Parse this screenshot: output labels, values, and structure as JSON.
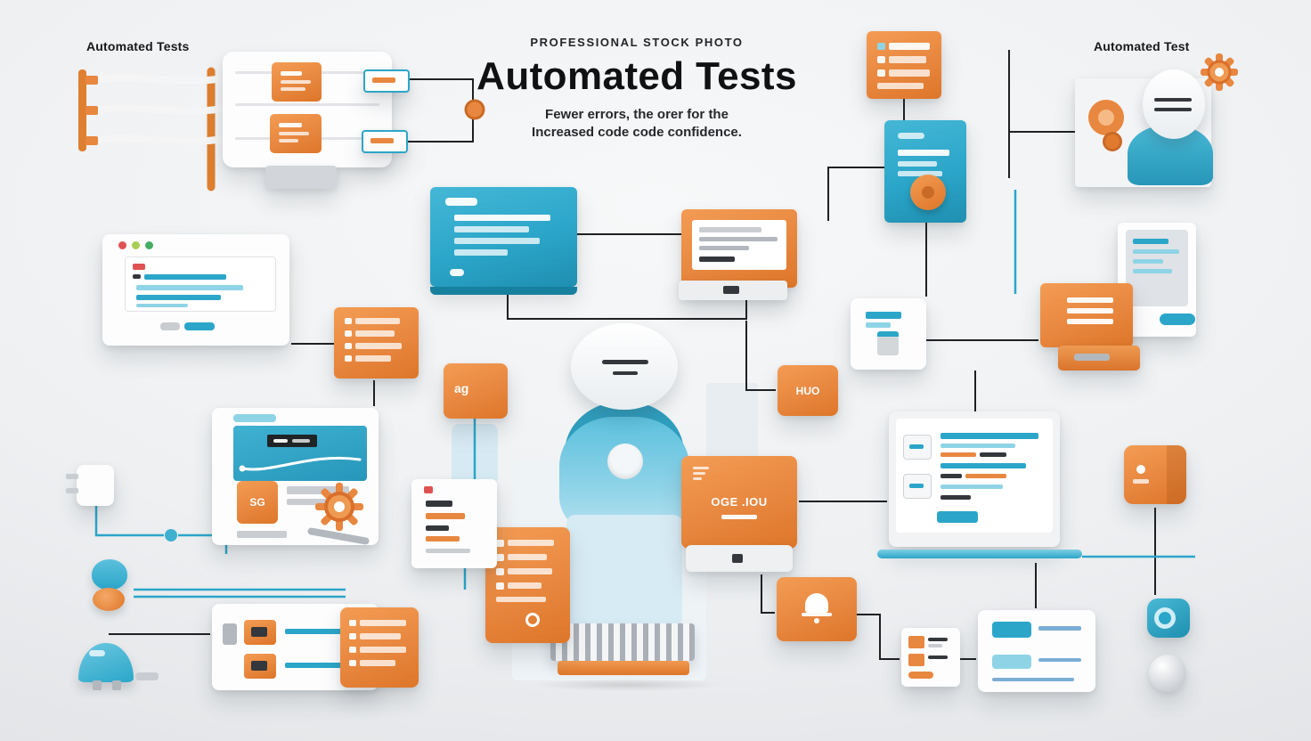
{
  "header": {
    "kicker": "PROFESSIONAL STOCK PHOTO",
    "title": "Automated Tests",
    "subtitle_line1": "Fewer errors, the orer for the",
    "subtitle_line2": "Increased code code confidence."
  },
  "corner_labels": {
    "top_left": "Automated Tests",
    "top_right": "Automated Test"
  },
  "labels": {
    "oge_card": "OGE .IOU",
    "huo_card": "HUO",
    "ag_card": "ag",
    "sg_sticker": "SG"
  },
  "colors": {
    "orange": "#E8873F",
    "orange_dark": "#D96F2A",
    "teal": "#2BA6C9",
    "teal_light": "#7FD0E4",
    "line_dark": "#1F2023",
    "background": "#ECEEF0"
  }
}
